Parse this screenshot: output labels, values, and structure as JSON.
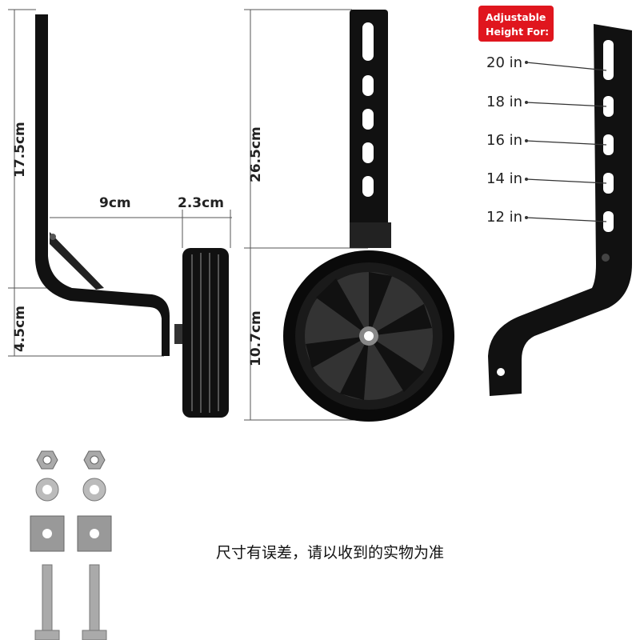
{
  "dimensions": {
    "bracket_upper": "17.5cm",
    "bracket_lower": "4.5cm",
    "arm_length": "9cm",
    "wheel_width": "2.3cm",
    "total_height": "26.5cm",
    "wheel_diameter": "10.7cm"
  },
  "badge": {
    "line1": "Adjustable",
    "line2": "Height For:",
    "color": "#e0161e"
  },
  "heights": [
    "20 in",
    "18 in",
    "16 in",
    "14 in",
    "12 in"
  ],
  "note": "尺寸有误差，请以收到的实物为准"
}
